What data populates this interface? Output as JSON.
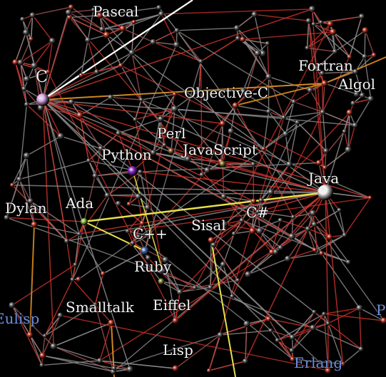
{
  "colors": {
    "background": "#000000",
    "edge_gray": "#8a8a8a",
    "edge_red": "#c8322a",
    "edge_orange": "#d88a1c",
    "edge_yellow": "#e8e04a",
    "edge_white": "#ffffff",
    "node_gray": "#555555",
    "node_red": "#b8321e",
    "label_white": "#f2f2f2",
    "label_blue": "#6d8fe0"
  },
  "languages": [
    {
      "key": "pascal",
      "label": "Pascal",
      "color": "#b8321e"
    },
    {
      "key": "c",
      "label": "C",
      "color": "#d9a9e8"
    },
    {
      "key": "fortran",
      "label": "Fortran",
      "color": "#b8321e"
    },
    {
      "key": "algol",
      "label": "Algol",
      "color": "#b8321e"
    },
    {
      "key": "objective-c",
      "label": "Objective-C",
      "color": "#b8321e"
    },
    {
      "key": "perl",
      "label": "Perl",
      "color": "#8a5a2a"
    },
    {
      "key": "javascript",
      "label": "JavaScript",
      "color": "#8a7a2a"
    },
    {
      "key": "python",
      "label": "Python",
      "color": "#8a2ad0"
    },
    {
      "key": "java",
      "label": "Java",
      "color": "#f0f0f0"
    },
    {
      "key": "dylan",
      "label": "Dylan",
      "color": "#b8321e"
    },
    {
      "key": "ada",
      "label": "Ada",
      "color": "#8ac43a"
    },
    {
      "key": "cpp",
      "label": "C++",
      "color": "#3a6ab0"
    },
    {
      "key": "sisal",
      "label": "Sisal",
      "color": "#b8321e"
    },
    {
      "key": "csharp",
      "label": "C#",
      "color": "#b8321e"
    },
    {
      "key": "ruby",
      "label": "Ruby",
      "color": "#8a8a2a"
    },
    {
      "key": "smalltalk",
      "label": "Smalltalk",
      "color": "#b8321e"
    },
    {
      "key": "eiffel",
      "label": "Eiffel",
      "color": "#b8321e"
    },
    {
      "key": "lisp",
      "label": "Lisp",
      "color": "#b8321e"
    },
    {
      "key": "eulisp",
      "label": "Eulisp",
      "color": "#b8321e"
    },
    {
      "key": "erlang",
      "label": "Erlang",
      "color": "#b8321e"
    },
    {
      "key": "p-partial",
      "label": "P",
      "color": "#b8321e"
    }
  ],
  "highlighted_links": [
    {
      "from": "c",
      "to": "pascal",
      "color": "white"
    },
    {
      "from": "ada",
      "to": "java",
      "color": "yellow"
    },
    {
      "from": "c",
      "to": "fortran",
      "color": "orange"
    }
  ]
}
